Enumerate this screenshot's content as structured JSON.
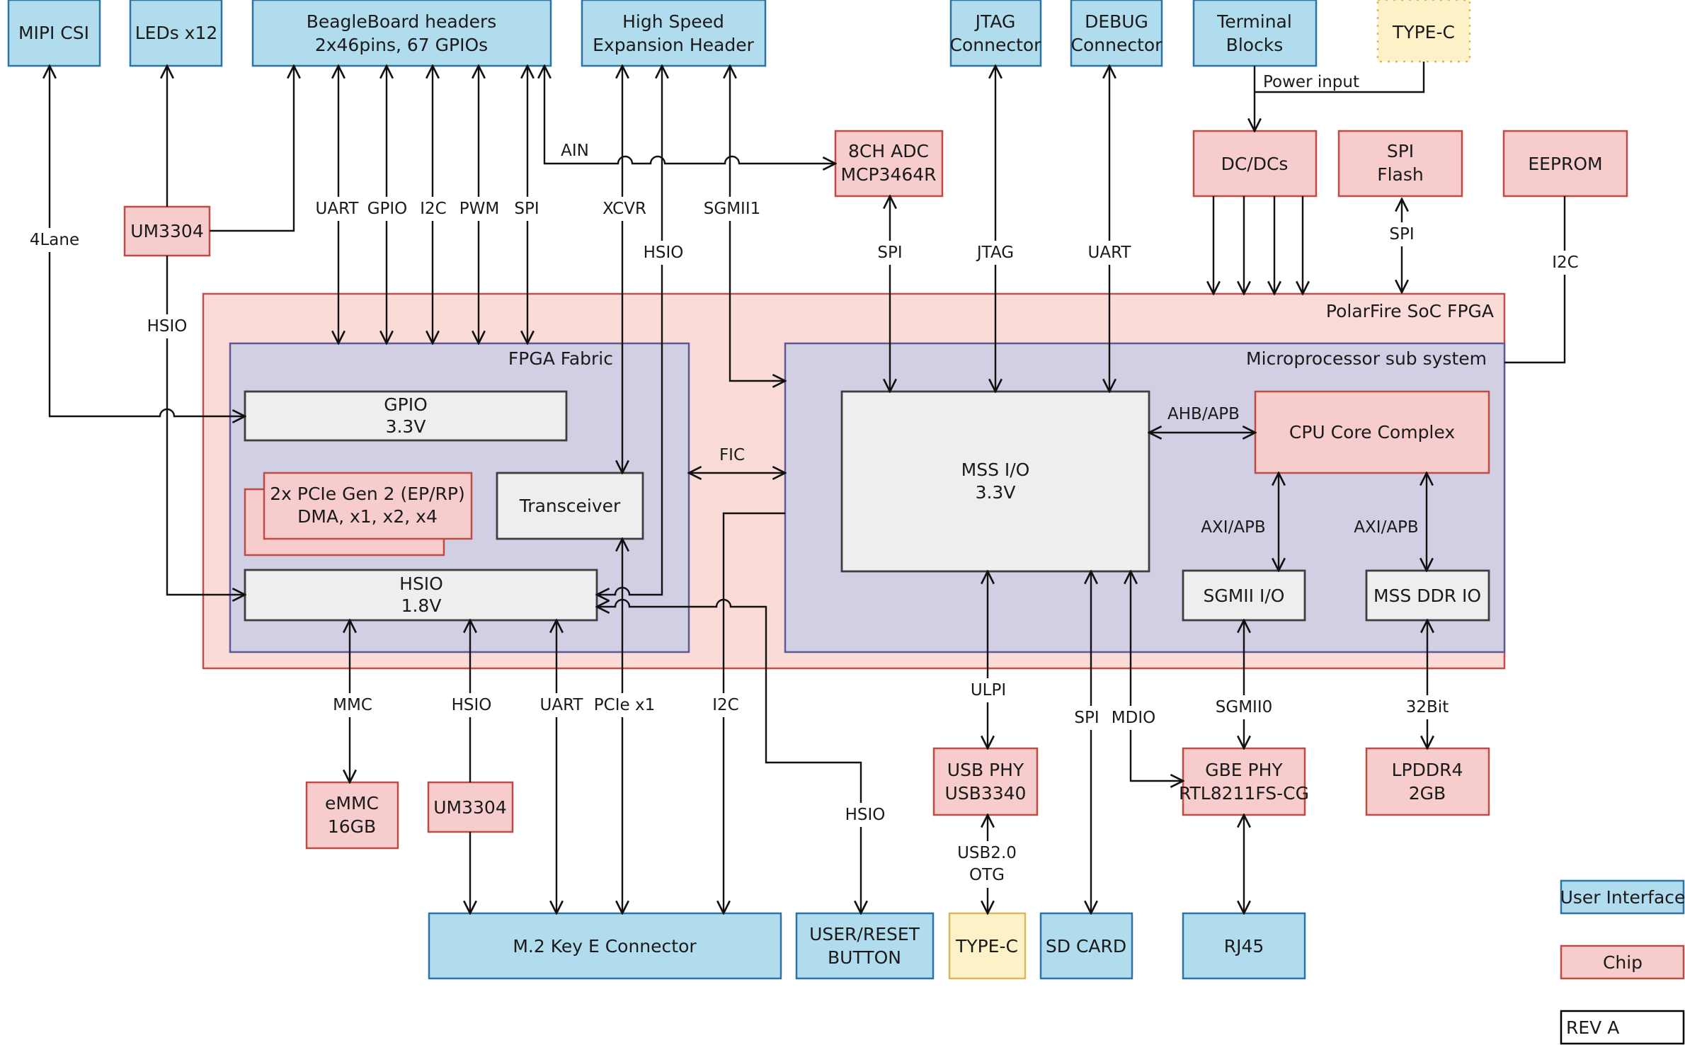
{
  "title": "PolarFire SoC board block diagram",
  "colors": {
    "user_interface": "#b1dcee",
    "chip": "#f6cccc",
    "usb_connector": "#fdf1c8",
    "soc": "#fadbd8",
    "subsystem": "#d0cfe4",
    "io_block": "#eeeeee"
  },
  "top_blocks": {
    "mipi_csi": [
      "MIPI CSI"
    ],
    "leds": [
      "LEDs x12"
    ],
    "beagleboard": [
      "BeagleBoard headers",
      "2x46pins, 67 GPIOs"
    ],
    "hs_expansion": [
      "High Speed",
      "Expansion Header"
    ],
    "jtag": [
      "JTAG",
      "Connector"
    ],
    "debug": [
      "DEBUG",
      "Connector"
    ],
    "terminal": [
      "Terminal",
      "Blocks"
    ],
    "typec_power": [
      "TYPE-C"
    ]
  },
  "chips": {
    "um3304_top": [
      "UM3304"
    ],
    "adc": [
      "8CH ADC",
      "MCP3464R"
    ],
    "dcdc": [
      "DC/DCs"
    ],
    "spi_flash": [
      "SPI",
      "Flash"
    ],
    "eeprom": [
      "EEPROM"
    ],
    "emmc": [
      "eMMC",
      "16GB"
    ],
    "um3304_bottom": [
      "UM3304"
    ],
    "usb_phy": [
      "USB PHY",
      "USB3340"
    ],
    "gbe_phy": [
      "GBE PHY",
      "RTL8211FS-CG"
    ],
    "lpddr4": [
      "LPDDR4",
      "2GB"
    ]
  },
  "soc": {
    "title": "PolarFire SoC FPGA",
    "fabric": {
      "title": "FPGA Fabric",
      "gpio": [
        "GPIO",
        "3.3V"
      ],
      "pcie": [
        "2x PCIe Gen 2 (EP/RP)",
        "DMA, x1, x2, x4"
      ],
      "transceiver": [
        "Transceiver"
      ],
      "hsio": [
        "HSIO",
        "1.8V"
      ]
    },
    "mss": {
      "title": "Microprocessor sub system",
      "mss_io": [
        "MSS I/O",
        "3.3V"
      ],
      "cpu": [
        "CPU Core Complex"
      ],
      "sgmii_io": [
        "SGMII I/O"
      ],
      "ddr_io": [
        "MSS DDR IO"
      ]
    }
  },
  "bottom_blocks": {
    "m2": [
      "M.2 Key E Connector"
    ],
    "user_reset": [
      "USER/RESET",
      "BUTTON"
    ],
    "typec_usb": [
      "TYPE-C"
    ],
    "sdcard": [
      "SD CARD"
    ],
    "rj45": [
      "RJ45"
    ]
  },
  "signals": {
    "lane4": "4Lane",
    "hsio_left": "HSIO",
    "uart_bb": "UART",
    "gpio_bb": "GPIO",
    "i2c_bb": "I2C",
    "pwm_bb": "PWM",
    "spi_bb": "SPI",
    "ain": "AIN",
    "xcvr": "XCVR",
    "hsio_hs": "HSIO",
    "sgmii1": "SGMII1",
    "spi_adc": "SPI",
    "jtag": "JTAG",
    "uart_debug": "UART",
    "power_input": "Power input",
    "spi_flash": "SPI",
    "i2c_eeprom": "I2C",
    "fic": "FIC",
    "ahb_apb": "AHB/APB",
    "axi_apb_1": "AXI/APB",
    "axi_apb_2": "AXI/APB",
    "mmc": "MMC",
    "hsio_m2": "HSIO",
    "uart_m2": "UART",
    "pcie_x1": "PCIe x1",
    "i2c_m2": "I2C",
    "hsio_button": "HSIO",
    "ulpi": "ULPI",
    "usb_otg": [
      "USB2.0",
      "OTG"
    ],
    "spi_sd": "SPI",
    "mdio": "MDIO",
    "sgmii0": "SGMII0",
    "bit32": "32Bit"
  },
  "legend": {
    "user_interface": "User Interface",
    "chip": "Chip",
    "revision": "REV A"
  }
}
